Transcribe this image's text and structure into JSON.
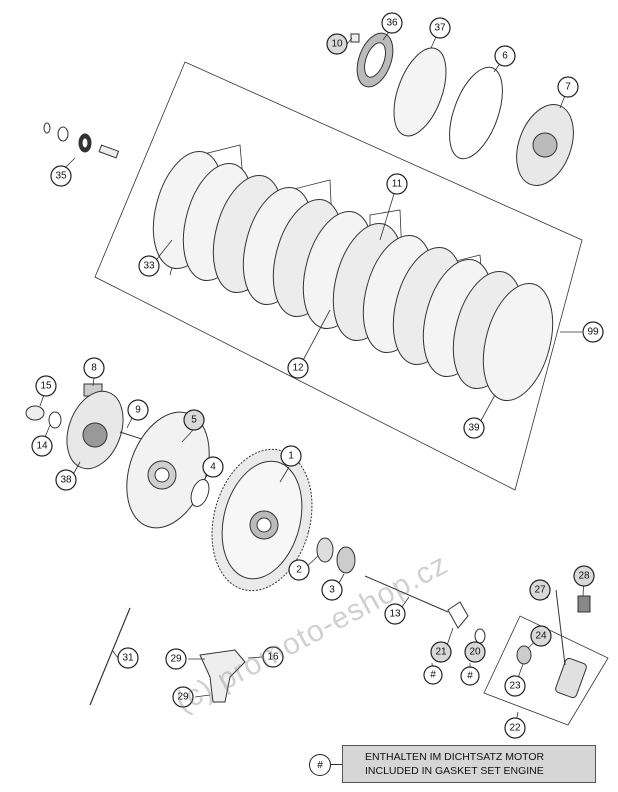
{
  "callouts": {
    "c1": "1",
    "c2": "2",
    "c3": "3",
    "c4": "4",
    "c5": "5",
    "c6": "6",
    "c7": "7",
    "c8": "8",
    "c9": "9",
    "c10": "10",
    "c11": "11",
    "c12": "12",
    "c13": "13",
    "c14": "14",
    "c15": "15",
    "c16": "16",
    "c20": "20",
    "c21": "21",
    "c22": "22",
    "c23": "23",
    "c24": "24",
    "c27": "27",
    "c28": "28",
    "c29a": "29",
    "c29b": "29",
    "c31": "31",
    "c33": "33",
    "c35": "35",
    "c36": "36",
    "c37": "37",
    "c38": "38",
    "c39": "39",
    "c99": "99",
    "hash1": "#",
    "hash2": "#"
  },
  "legend": {
    "symbol": "#",
    "line1": "ENTHALTEN IM DICHTSATZ MOTOR",
    "line2": "INCLUDED IN GASKET SET ENGINE"
  },
  "watermark": "(c) promoto-eshop.cz",
  "colors": {
    "line": "#333333",
    "grey_callout": "#d9d9d9",
    "legend_bg": "#d6d6d6",
    "part_fill": "#f4f4f4"
  }
}
